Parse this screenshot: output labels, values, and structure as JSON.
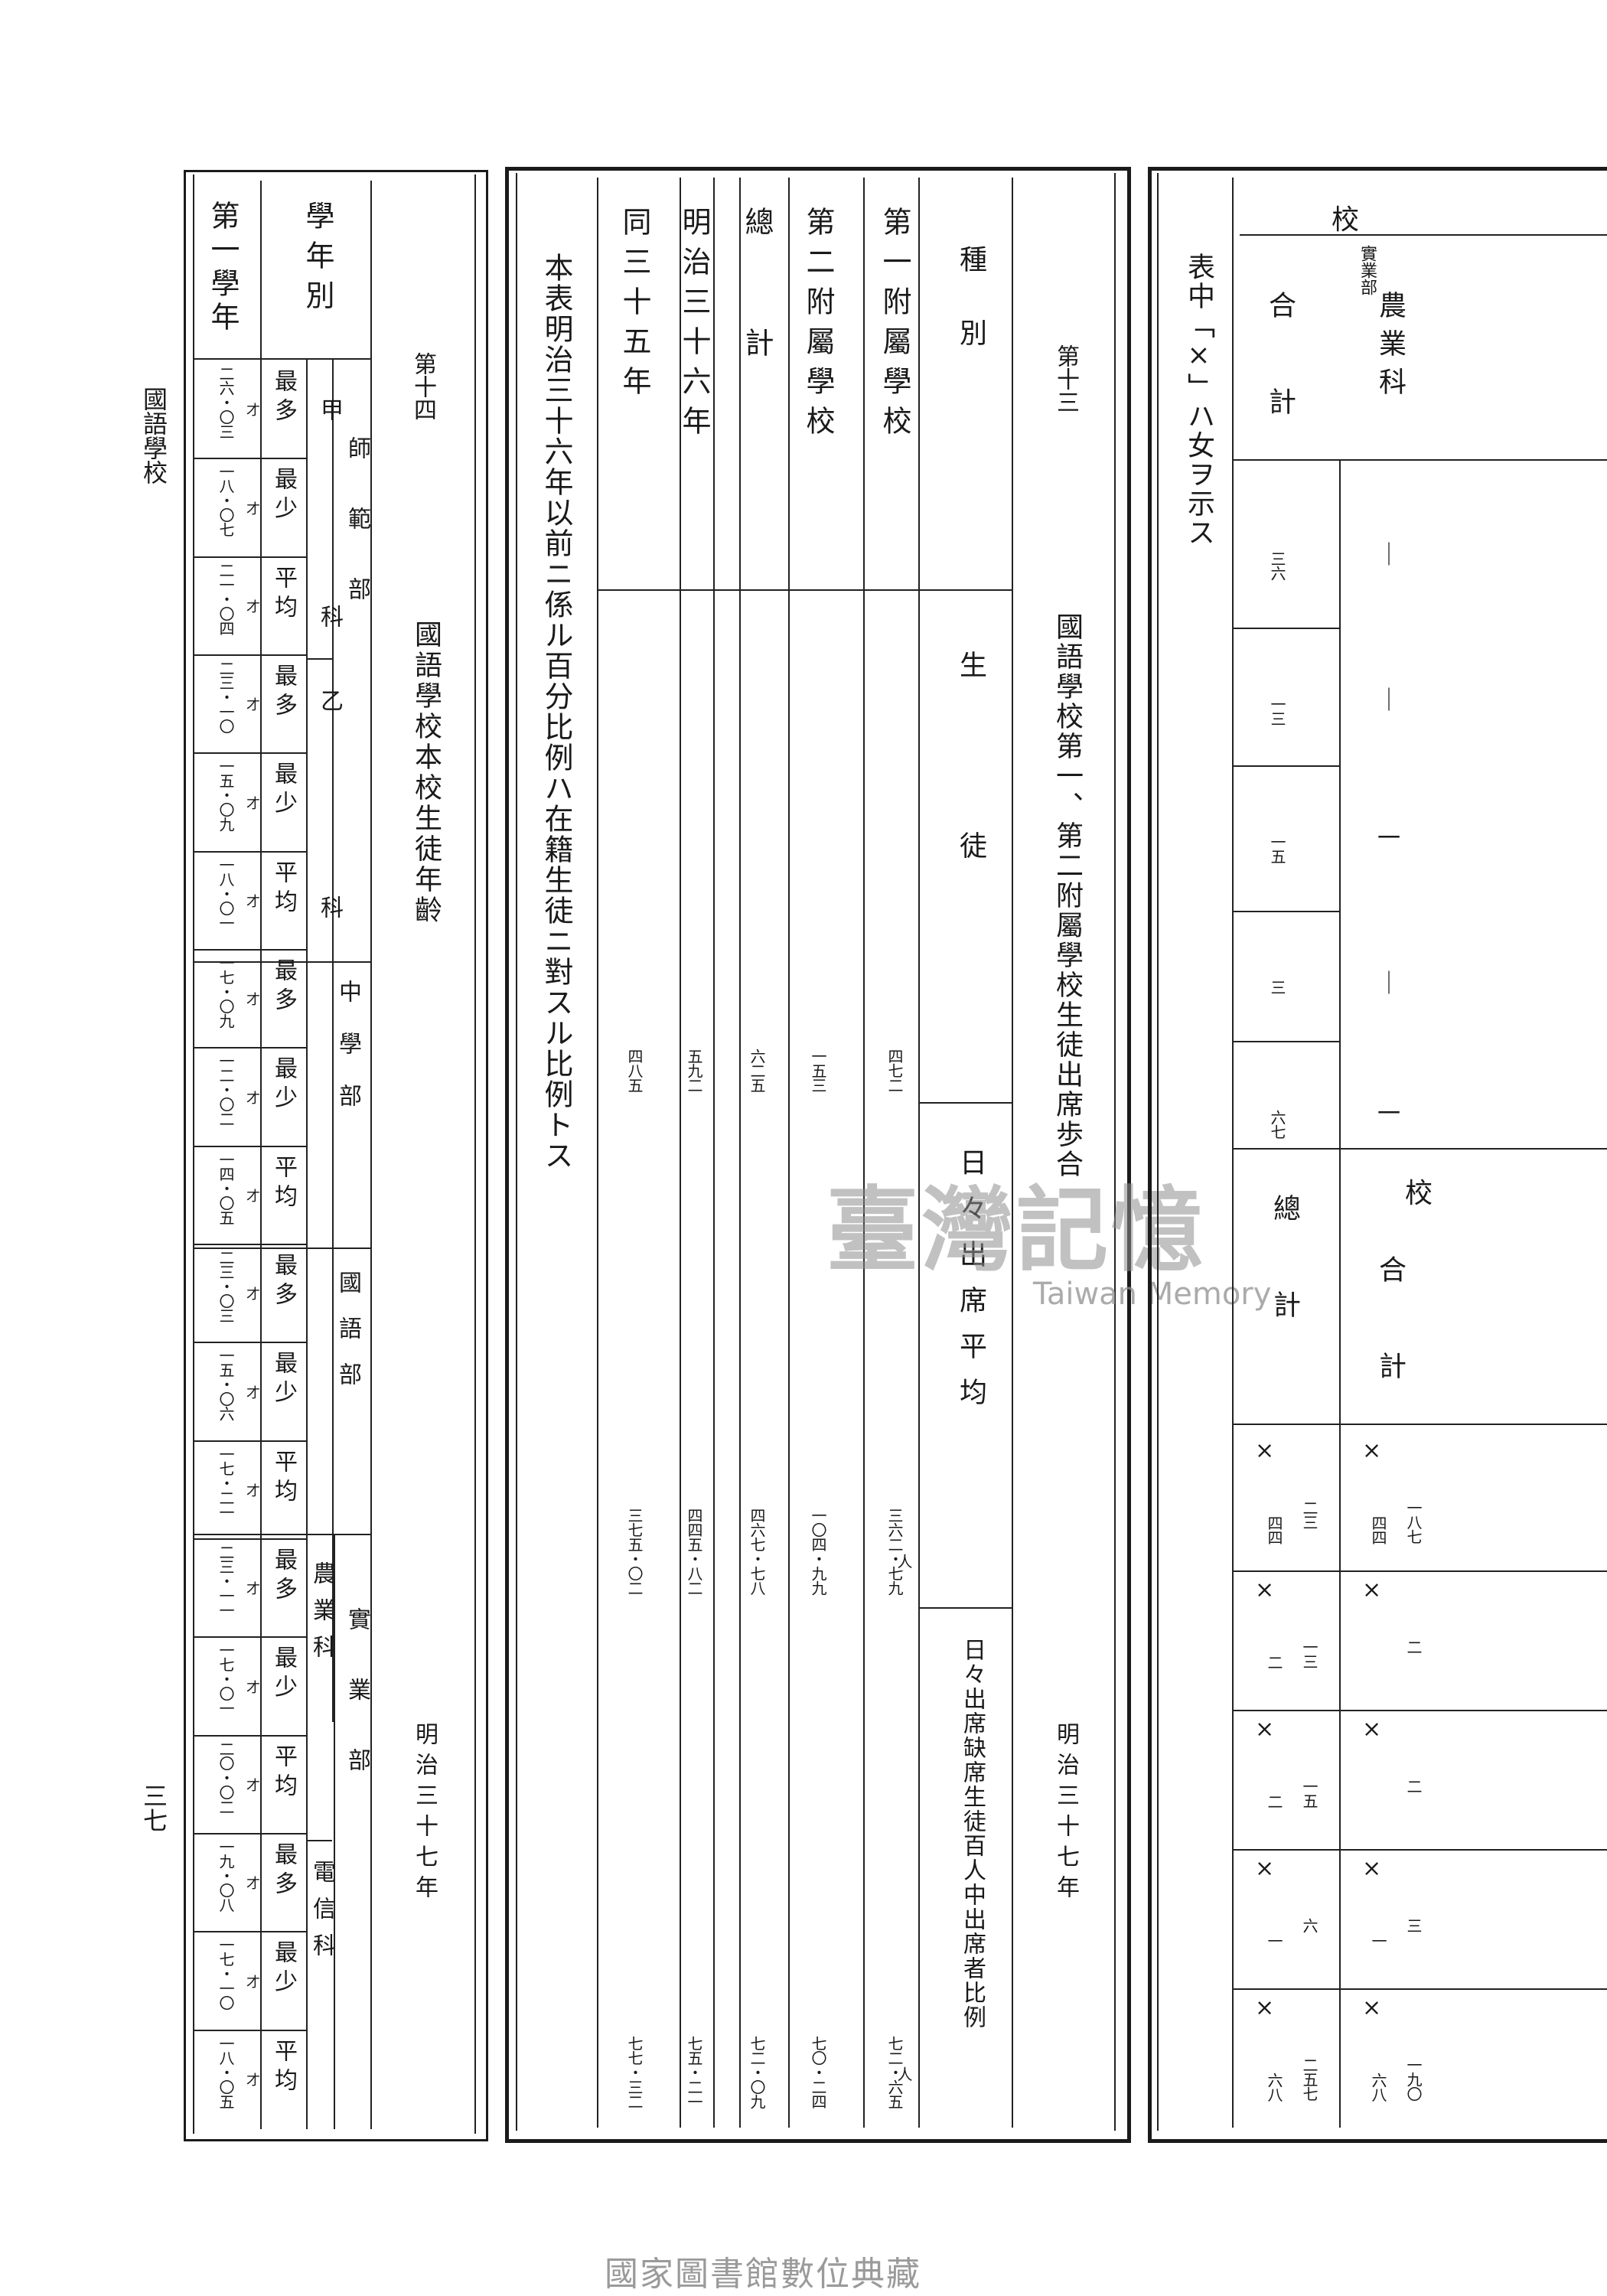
{
  "running_header": "國語學校",
  "page_number": "三七",
  "footer": "國家圖書館數位典藏",
  "watermark": {
    "main": "臺灣記憶",
    "sub": "Taiwan Memory"
  },
  "table14": {
    "label": "第十四",
    "title": "國語學校本校生徒年齡",
    "date": "明治三十七年",
    "year_header": "學年別",
    "first_year": "第一學年",
    "divisions": {
      "normal": "師範部",
      "normal_a": "甲",
      "normal_b": "乙",
      "ka": "科",
      "middle": "中學部",
      "kokugo": "國語部",
      "jitsugyo": "實業部",
      "agri": "農業科",
      "tele": "電信科"
    },
    "stat_max": "最多",
    "stat_min": "最少",
    "stat_avg": "平均",
    "age_unit": "才",
    "ages": [
      "二六・〇三",
      "一八・〇七",
      "二一・〇四",
      "二三・一〇",
      "一五・〇九",
      "一八・〇一",
      "一七・〇九",
      "一二・〇二",
      "一四・〇五",
      "二三・〇三",
      "一五・〇六",
      "一七・二一",
      "二三・一一",
      "一七・〇一",
      "二〇・〇二",
      "一九・〇八",
      "一七・一〇",
      "一八・〇五"
    ]
  },
  "table13": {
    "label": "第十三",
    "title": "國語學校第一、第二附屬學校生徒出席歩合",
    "date": "明治三十七年",
    "head_type": "種別",
    "head_students": "生徒",
    "head_avg": "日々出席平均",
    "head_rate": "日々出席缺席生徒百人中出席者比例",
    "unit_person": "人",
    "rows": [
      {
        "name": "第一附屬學校",
        "students": "四七二",
        "attend": "三六二・七九",
        "rate": "七二・六五"
      },
      {
        "name": "第二附屬學校",
        "students": "一五三",
        "attend": "一〇四・九九",
        "rate": "七〇・二四"
      },
      {
        "name": "總計",
        "students": "六二五",
        "attend": "四六七・七八",
        "rate": "七二・〇九"
      },
      {
        "name": "明治三十六年",
        "students": "五九二",
        "attend": "四四五・八二",
        "rate": "七五・二一"
      },
      {
        "name": "同三十五年",
        "students": "四八五",
        "attend": "三七五・〇二",
        "rate": "七七・三二"
      }
    ],
    "note": "本表明治三十六年以前ニ係ル百分比例ハ在籍生徒ニ對スル比例トス"
  },
  "right_fragment": {
    "note": "表中「×」ハ女ヲ示ス",
    "hdr_school": "校",
    "hdr_dept_small": "實業部",
    "hdr_agri": "農業科",
    "hdr_total": "合計",
    "upper_vals": [
      "三六",
      "一三",
      "一五",
      "三",
      "六七"
    ],
    "upper_marks": [
      "｜",
      "｜",
      "一",
      "｜",
      "一"
    ],
    "hdr_grand": "總計",
    "hdr_school2": "校",
    "hdr_total2": "合計",
    "lower_rows": [
      {
        "mark": "×",
        "grand": "二三",
        "grand2": "四四",
        "total": "一八七",
        "total2": "四四"
      },
      {
        "mark": "×",
        "grand": "一三",
        "grand2": "二",
        "total": "二",
        "total2": ""
      },
      {
        "mark": "×",
        "grand": "一五",
        "grand2": "二",
        "total": "二",
        "total2": ""
      },
      {
        "mark": "×",
        "grand": "六",
        "grand2": "一",
        "total": "三",
        "total2": "一"
      },
      {
        "mark": "×",
        "grand": "二五七",
        "grand2": "六八",
        "total": "一九〇",
        "total2": "六八"
      }
    ]
  }
}
